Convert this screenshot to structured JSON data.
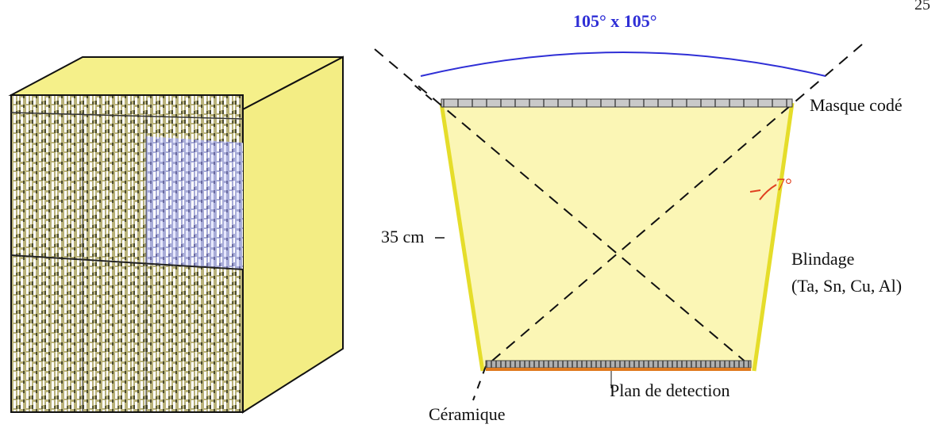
{
  "page_number": "25",
  "fov_label": "105° x 105°",
  "labels": {
    "mask": "Masque codé",
    "angle": "7°",
    "height": "35 cm",
    "shielding_title": "Blindage",
    "shielding_materials": "(Ta, Sn, Cu, Al)",
    "detection_plane": "Plan de detection",
    "ceramic": "Céramique"
  },
  "colors": {
    "cube_face": "#f5f08a",
    "telescope_fill": "#fbf6b5",
    "shield": "#e5dd2a",
    "fov_arc": "#2f2fd6",
    "angle_mark": "#e04020",
    "mask_bar": "#9a9a9a",
    "detector_bar": "#8a8a8a",
    "ceramic_strip": "#e07a20"
  }
}
